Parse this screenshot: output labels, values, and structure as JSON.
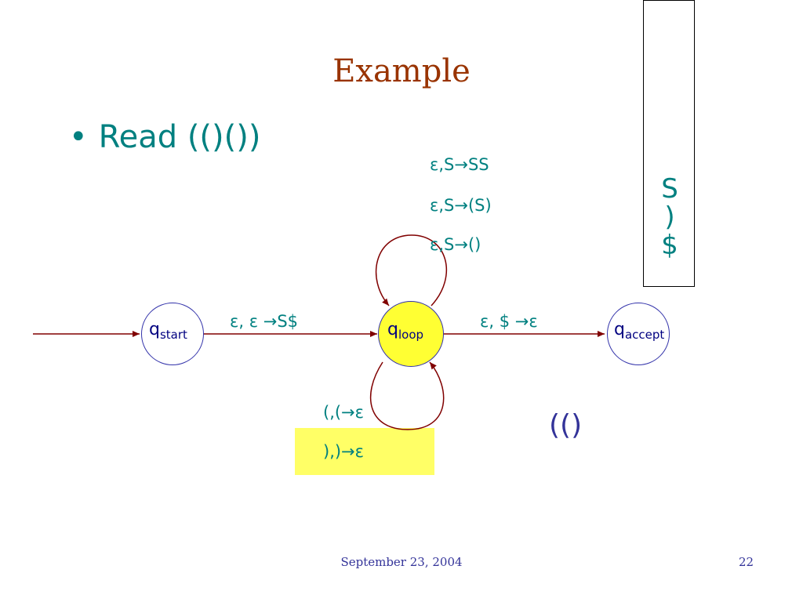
{
  "slide": {
    "title": "Example",
    "bullet": "Read (()())",
    "footer_date": "September 23, 2004",
    "page_number": "22"
  },
  "diagram": {
    "states": {
      "start": {
        "base": "q",
        "sub": "start"
      },
      "loop": {
        "base": "q",
        "sub": "loop"
      },
      "accept": {
        "base": "q",
        "sub": "accept"
      }
    },
    "edge_labels": {
      "start_to_loop": "ε, ε →S$",
      "loop_to_accept": "ε, $ →ε"
    },
    "top_loop_rules": [
      "ε,S→SS",
      "ε,S→(S)",
      "ε,S→()"
    ],
    "bottom_loop_rules": [
      "(,(→ε",
      "),)→ε"
    ]
  },
  "stack": {
    "items": [
      "S",
      ")",
      "$"
    ]
  },
  "remaining_input": "(()",
  "colors": {
    "title": "#993300",
    "teal_text": "#008080",
    "state_border": "#3333aa",
    "arrow": "#800000",
    "loop_state_fill": "#ffff33",
    "highlight": "#ffff66"
  }
}
